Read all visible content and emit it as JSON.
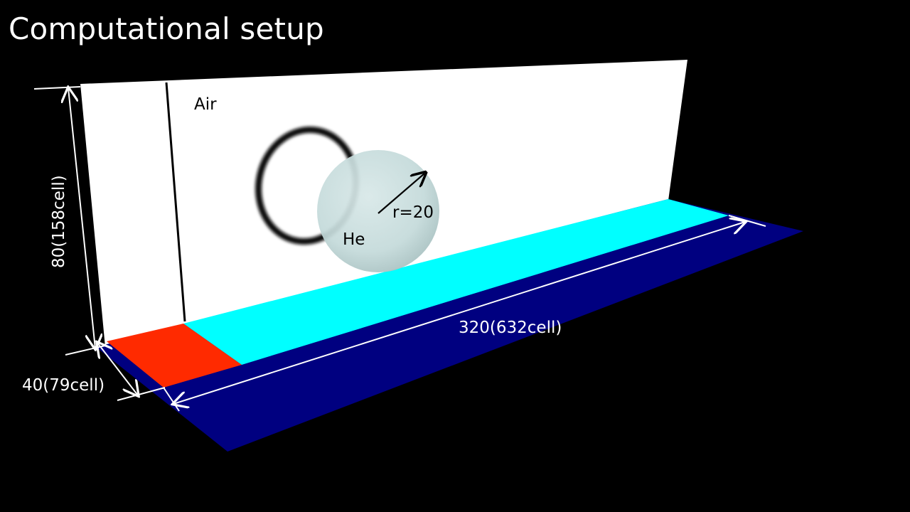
{
  "title": "Computational setup",
  "labels": {
    "air": "Air",
    "helium": "He",
    "radius": "r=20",
    "length": "320(632cell)",
    "height": "80(158cell)",
    "depth": "40(79cell)"
  },
  "colors": {
    "background": "#000000",
    "wall": "#ffffff",
    "shocked_region": "#ff2a00",
    "symmetry_strip": "#00ffff",
    "floor": "#000080",
    "bubble": "#c8dcdc",
    "dimension_lines": "#ffffff"
  }
}
